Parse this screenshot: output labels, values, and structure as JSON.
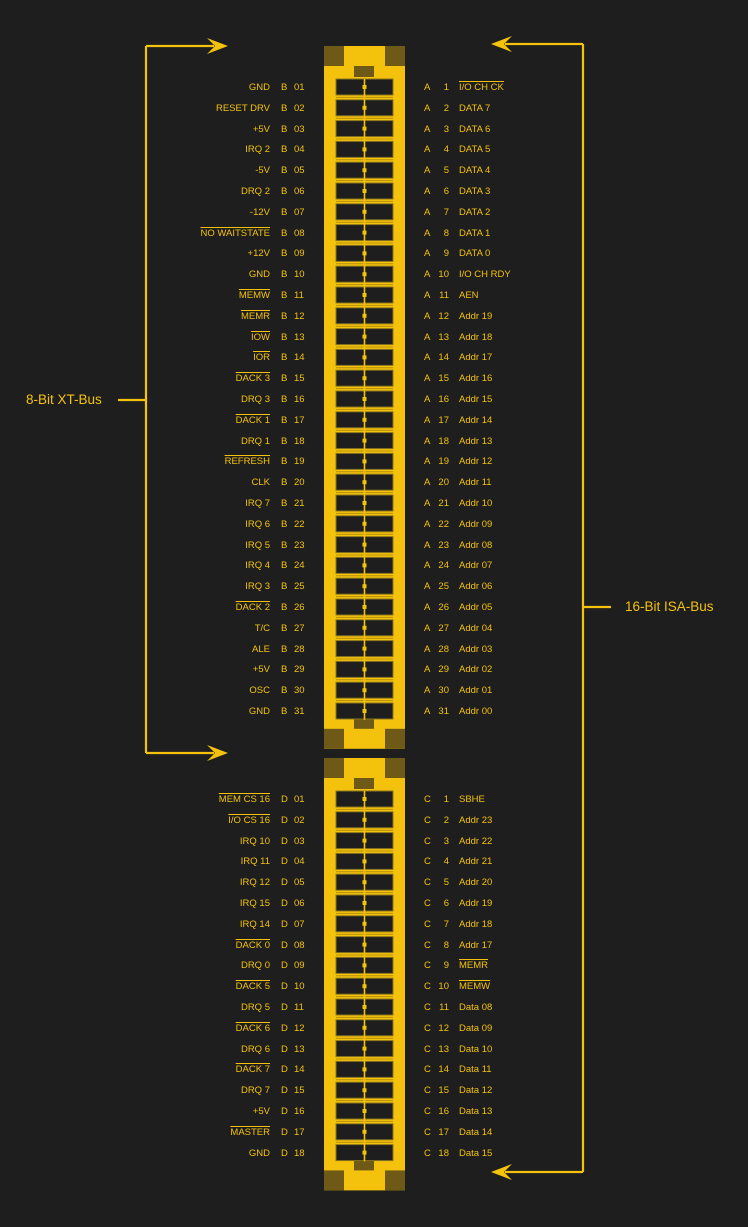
{
  "bus_labels": {
    "xt": "8-Bit XT-Bus",
    "isa": "16-Bit ISA-Bus"
  },
  "colors": {
    "accent": "#f4c20d",
    "pad": "#6e5a16",
    "background": "#1e1e1e"
  },
  "slot1": {
    "left_side": "B",
    "right_side": "A",
    "left": [
      {
        "name": "GND",
        "n": "01"
      },
      {
        "name": "RESET DRV",
        "n": "02"
      },
      {
        "name": "+5V",
        "n": "03"
      },
      {
        "name": "IRQ 2",
        "n": "04"
      },
      {
        "name": "-5V",
        "n": "05"
      },
      {
        "name": "DRQ 2",
        "n": "06"
      },
      {
        "name": "-12V",
        "n": "07"
      },
      {
        "name": "NO WAITSTATE",
        "n": "08",
        "overline": true
      },
      {
        "name": "+12V",
        "n": "09"
      },
      {
        "name": "GND",
        "n": "10"
      },
      {
        "name": "MEMW",
        "n": "11",
        "overline": true
      },
      {
        "name": "MEMR",
        "n": "12",
        "overline": true
      },
      {
        "name": "IOW",
        "n": "13",
        "overline": true
      },
      {
        "name": "IOR",
        "n": "14",
        "overline": true
      },
      {
        "name": "DACK 3",
        "n": "15",
        "overline": true
      },
      {
        "name": "DRQ 3",
        "n": "16"
      },
      {
        "name": "DACK 1",
        "n": "17",
        "overline": true
      },
      {
        "name": "DRQ 1",
        "n": "18"
      },
      {
        "name": "REFRESH",
        "n": "19",
        "overline": true
      },
      {
        "name": "CLK",
        "n": "20"
      },
      {
        "name": "IRQ 7",
        "n": "21"
      },
      {
        "name": "IRQ 6",
        "n": "22"
      },
      {
        "name": "IRQ 5",
        "n": "23"
      },
      {
        "name": "IRQ 4",
        "n": "24"
      },
      {
        "name": "IRQ 3",
        "n": "25"
      },
      {
        "name": "DACK 2",
        "n": "26",
        "overline": true
      },
      {
        "name": "T/C",
        "n": "27"
      },
      {
        "name": "ALE",
        "n": "28"
      },
      {
        "name": "+5V",
        "n": "29"
      },
      {
        "name": "OSC",
        "n": "30"
      },
      {
        "name": "GND",
        "n": "31"
      }
    ],
    "right": [
      {
        "name": "I/O CH CK",
        "n": "1",
        "overline": true
      },
      {
        "name": "DATA 7",
        "n": "2"
      },
      {
        "name": "DATA 6",
        "n": "3"
      },
      {
        "name": "DATA 5",
        "n": "4"
      },
      {
        "name": "DATA 4",
        "n": "5"
      },
      {
        "name": "DATA 3",
        "n": "6"
      },
      {
        "name": "DATA 2",
        "n": "7"
      },
      {
        "name": "DATA 1",
        "n": "8"
      },
      {
        "name": "DATA 0",
        "n": "9"
      },
      {
        "name": "I/O CH RDY",
        "n": "10"
      },
      {
        "name": "AEN",
        "n": "11"
      },
      {
        "name": "Addr 19",
        "n": "12"
      },
      {
        "name": "Addr 18",
        "n": "13"
      },
      {
        "name": "Addr 17",
        "n": "14"
      },
      {
        "name": "Addr 16",
        "n": "15"
      },
      {
        "name": "Addr 15",
        "n": "16"
      },
      {
        "name": "Addr 14",
        "n": "17"
      },
      {
        "name": "Addr 13",
        "n": "18"
      },
      {
        "name": "Addr 12",
        "n": "19"
      },
      {
        "name": "Addr 11",
        "n": "20"
      },
      {
        "name": "Addr 10",
        "n": "21"
      },
      {
        "name": "Addr 09",
        "n": "22"
      },
      {
        "name": "Addr 08",
        "n": "23"
      },
      {
        "name": "Addr 07",
        "n": "24"
      },
      {
        "name": "Addr 06",
        "n": "25"
      },
      {
        "name": "Addr 05",
        "n": "26"
      },
      {
        "name": "Addr 04",
        "n": "27"
      },
      {
        "name": "Addr 03",
        "n": "28"
      },
      {
        "name": "Addr 02",
        "n": "29"
      },
      {
        "name": "Addr 01",
        "n": "30"
      },
      {
        "name": "Addr 00",
        "n": "31"
      }
    ]
  },
  "slot2": {
    "left_side": "D",
    "right_side": "C",
    "left": [
      {
        "name": "MEM CS 16",
        "n": "01",
        "overline": true
      },
      {
        "name": "I/O CS 16",
        "n": "02",
        "overline": true
      },
      {
        "name": "IRQ 10",
        "n": "03"
      },
      {
        "name": "IRQ 11",
        "n": "04"
      },
      {
        "name": "IRQ 12",
        "n": "05"
      },
      {
        "name": "IRQ 15",
        "n": "06"
      },
      {
        "name": "IRQ 14",
        "n": "07"
      },
      {
        "name": "DACK 0",
        "n": "08",
        "overline": true
      },
      {
        "name": "DRQ 0",
        "n": "09"
      },
      {
        "name": "DACK 5",
        "n": "10",
        "overline": true
      },
      {
        "name": "DRQ 5",
        "n": "11"
      },
      {
        "name": "DACK 6",
        "n": "12",
        "overline": true
      },
      {
        "name": "DRQ 6",
        "n": "13"
      },
      {
        "name": "DACK 7",
        "n": "14",
        "overline": true
      },
      {
        "name": "DRQ 7",
        "n": "15"
      },
      {
        "name": "+5V",
        "n": "16"
      },
      {
        "name": "MASTER",
        "n": "17",
        "overline": true
      },
      {
        "name": "GND",
        "n": "18"
      }
    ],
    "right": [
      {
        "name": "SBHE",
        "n": "1"
      },
      {
        "name": "Addr 23",
        "n": "2"
      },
      {
        "name": "Addr 22",
        "n": "3"
      },
      {
        "name": "Addr 21",
        "n": "4"
      },
      {
        "name": "Addr 20",
        "n": "5"
      },
      {
        "name": "Addr 19",
        "n": "6"
      },
      {
        "name": "Addr 18",
        "n": "7"
      },
      {
        "name": "Addr 17",
        "n": "8"
      },
      {
        "name": "MEMR",
        "n": "9",
        "overline": true
      },
      {
        "name": "MEMW",
        "n": "10",
        "overline": true
      },
      {
        "name": "Data 08",
        "n": "11"
      },
      {
        "name": "Data 09",
        "n": "12"
      },
      {
        "name": "Data 10",
        "n": "13"
      },
      {
        "name": "Data 11",
        "n": "14"
      },
      {
        "name": "Data 12",
        "n": "15"
      },
      {
        "name": "Data 13",
        "n": "16"
      },
      {
        "name": "Data 14",
        "n": "17"
      },
      {
        "name": "Data 15",
        "n": "18"
      }
    ]
  }
}
